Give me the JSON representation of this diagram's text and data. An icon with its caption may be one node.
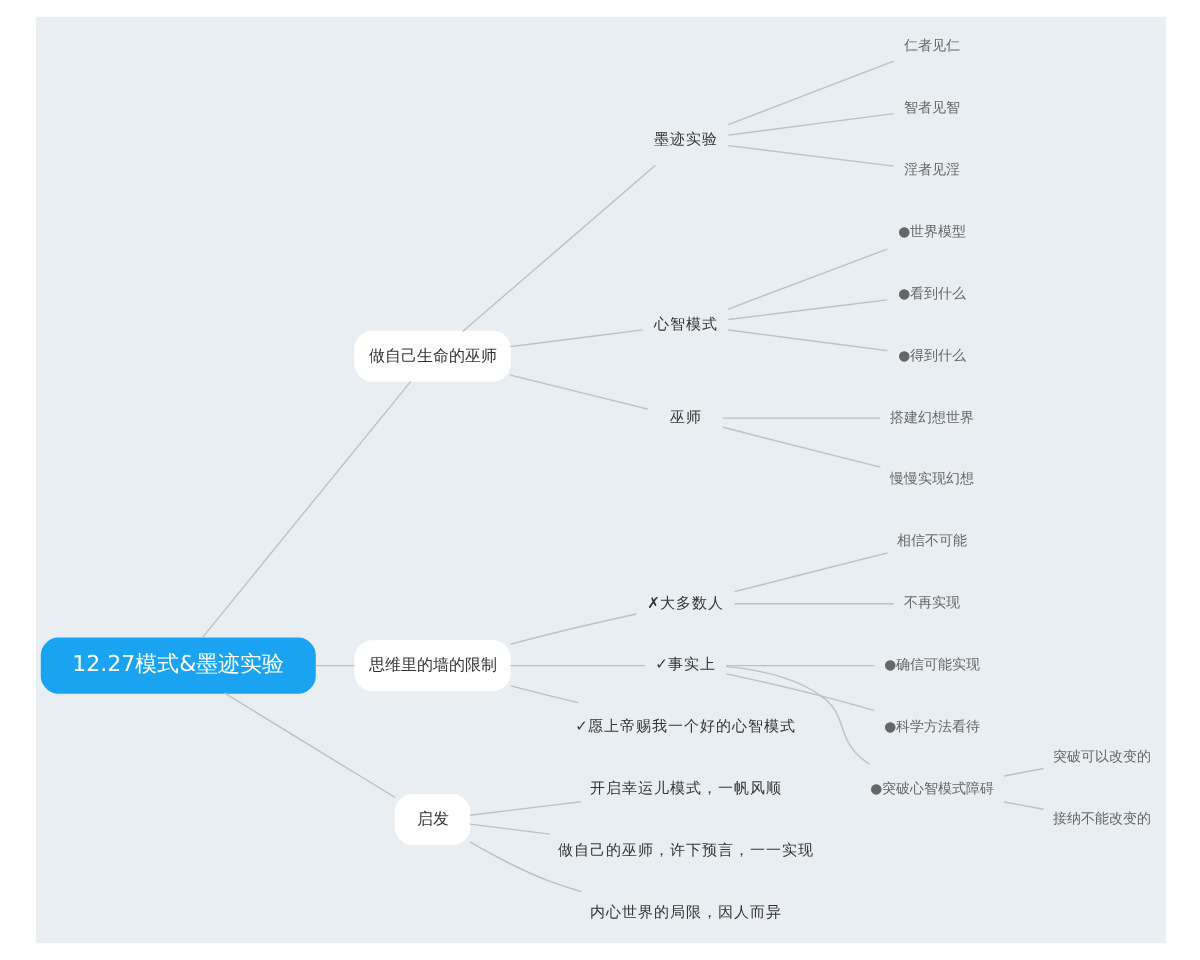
{
  "diagram": {
    "nodes": [
      {
        "text": [
          "12.27模式&墨迹实验"
        ]
      },
      {
        "text": [
          "做自己生命的巫师"
        ]
      },
      {
        "text": [
          "墨迹实验"
        ]
      },
      {
        "text": [
          "仁者见仁"
        ]
      },
      {
        "text": [
          "智者见智"
        ]
      },
      {
        "text": [
          "淫者见淫"
        ]
      },
      {
        "text": [
          "心智模式"
        ]
      },
      {
        "text": [
          "●世界模型"
        ]
      },
      {
        "text": [
          "●看到什么"
        ]
      },
      {
        "text": [
          "●得到什么"
        ]
      },
      {
        "text": [
          "巫师"
        ]
      },
      {
        "text": [
          "搭建幻想世界"
        ]
      },
      {
        "text": [
          "慢慢实现幻想"
        ]
      },
      {
        "text": [
          "思维里的墙的限制"
        ]
      },
      {
        "text": [
          "✗大多数人"
        ]
      },
      {
        "text": [
          "相信不可能"
        ]
      },
      {
        "text": [
          "不再实现"
        ]
      },
      {
        "text": [
          "✓事实上"
        ]
      },
      {
        "text": [
          "●确信可能实现"
        ]
      },
      {
        "text": [
          "●科学方法看待"
        ]
      },
      {
        "text": [
          "●突破心智模式障碍"
        ]
      },
      {
        "text": [
          "突破可以改变的"
        ]
      },
      {
        "text": [
          "接纳不能改变的"
        ]
      },
      {
        "text": [
          "✓愿上帝赐我一个好的心智模式"
        ]
      },
      {
        "text": [
          "启发"
        ]
      },
      {
        "text": [
          "开启幸运儿模式，一帆风顺"
        ]
      },
      {
        "text": [
          "做自己的巫师，许下预言，一一实现"
        ]
      },
      {
        "text": [
          "内心世界的局限，因人而异"
        ]
      }
    ],
    "edges": [
      {
        "from": 0,
        "to": 1,
        "arrow": "none"
      },
      {
        "from": 1,
        "to": 2,
        "arrow": "none"
      },
      {
        "from": 2,
        "to": 3,
        "arrow": "none"
      },
      {
        "from": 2,
        "to": 4,
        "arrow": "none"
      },
      {
        "from": 2,
        "to": 5,
        "arrow": "none"
      },
      {
        "from": 1,
        "to": 6,
        "arrow": "none"
      },
      {
        "from": 6,
        "to": 7,
        "arrow": "none"
      },
      {
        "from": 6,
        "to": 8,
        "arrow": "none"
      },
      {
        "from": 6,
        "to": 9,
        "arrow": "none"
      },
      {
        "from": 1,
        "to": 10,
        "arrow": "none"
      },
      {
        "from": 10,
        "to": 11,
        "arrow": "none"
      },
      {
        "from": 10,
        "to": 12,
        "arrow": "none"
      },
      {
        "from": 0,
        "to": 13,
        "arrow": "none"
      },
      {
        "from": 13,
        "to": 14,
        "arrow": "none"
      },
      {
        "from": 14,
        "to": 15,
        "arrow": "none"
      },
      {
        "from": 14,
        "to": 16,
        "arrow": "none"
      },
      {
        "from": 13,
        "to": 17,
        "arrow": "none"
      },
      {
        "from": 17,
        "to": 18,
        "arrow": "none"
      },
      {
        "from": 17,
        "to": 19,
        "arrow": "none"
      },
      {
        "from": 17,
        "to": 20,
        "arrow": "none"
      },
      {
        "from": 20,
        "to": 21,
        "arrow": "none"
      },
      {
        "from": 20,
        "to": 22,
        "arrow": "none"
      },
      {
        "from": 13,
        "to": 23,
        "arrow": "none"
      },
      {
        "from": 0,
        "to": 24,
        "arrow": "none"
      },
      {
        "from": 24,
        "to": 25,
        "arrow": "none"
      },
      {
        "from": 24,
        "to": 26,
        "arrow": "none"
      },
      {
        "from": 24,
        "to": 27,
        "arrow": "none"
      }
    ]
  }
}
